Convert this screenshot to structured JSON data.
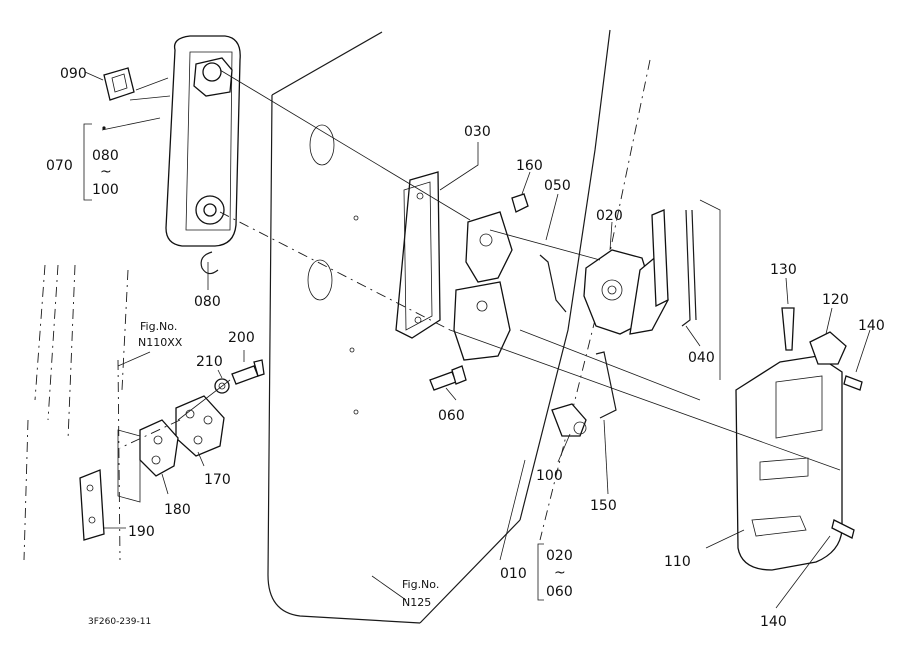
{
  "diagram": {
    "callouts": {
      "c090": "090",
      "c070": "070",
      "c080a": "080",
      "c100a": "100",
      "c080b": "080",
      "c030": "030",
      "c160": "160",
      "c050": "050",
      "c020": "020",
      "c130": "130",
      "c120": "120",
      "c140a": "140",
      "c040": "040",
      "c200": "200",
      "c210": "210",
      "c170": "170",
      "c180": "180",
      "c190": "190",
      "c060": "060",
      "c100b": "100",
      "c150": "150",
      "c110": "110",
      "c140b": "140",
      "c010": "010",
      "c020b": "020",
      "c060b": "060"
    },
    "tilde": "~",
    "fig_ref_left_line1": "Fig.No.",
    "fig_ref_left_line2": "N110XX",
    "fig_ref_bottom_line1": "Fig.No.",
    "fig_ref_bottom_line2": "N125",
    "drawing_code": "3F260-239-11"
  }
}
